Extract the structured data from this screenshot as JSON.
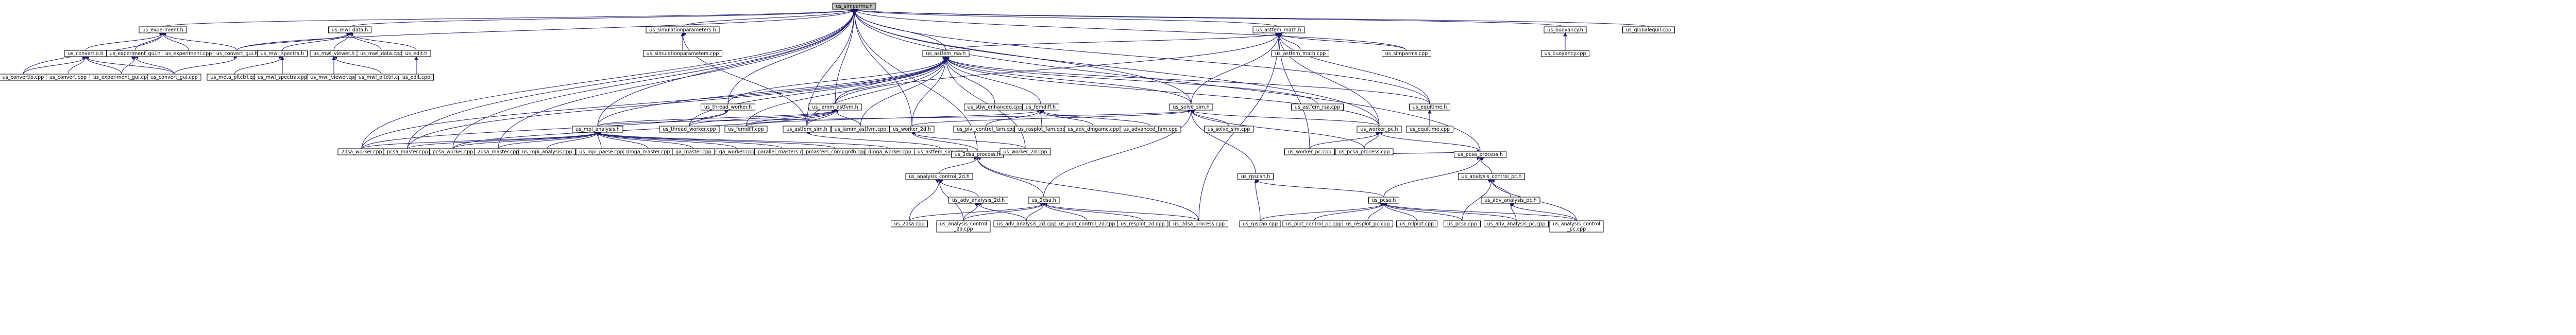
{
  "nodes": [
    {
      "id": "us_simparms_h",
      "label": "us_simparms.h",
      "root": true
    },
    {
      "id": "us_experiment_h",
      "label": "us_experiment.h"
    },
    {
      "id": "us_mwl_data_h",
      "label": "us_mwl_data.h"
    },
    {
      "id": "us_simulationparameters_h",
      "label": "us_simulationparameters.h"
    },
    {
      "id": "us_astfem_math_h",
      "label": "us_astfem_math.h"
    },
    {
      "id": "us_buoyancy_h",
      "label": "us_buoyancy.h"
    },
    {
      "id": "us_globalequil_cpp",
      "label": "us_globalequil.cpp"
    },
    {
      "id": "us_convertio_h",
      "label": "us_convertio.h"
    },
    {
      "id": "us_experiment_gui_h",
      "label": "us_experiment_gui.h"
    },
    {
      "id": "us_experiment_cpp",
      "label": "us_experiment.cpp"
    },
    {
      "id": "us_convert_gui_h",
      "label": "us_convert_gui.h"
    },
    {
      "id": "us_mwl_spectra_h",
      "label": "us_mwl_spectra.h"
    },
    {
      "id": "us_mwl_viewer_h",
      "label": "us_mwl_viewer.h"
    },
    {
      "id": "us_mwl_data_cpp",
      "label": "us_mwl_data.cpp"
    },
    {
      "id": "us_edit_h",
      "label": "us_edit.h"
    },
    {
      "id": "us_simulationparameters_cpp",
      "label": "us_simulationparameters.cpp"
    },
    {
      "id": "us_astfem_math_cpp",
      "label": "us_astfem_math.cpp"
    },
    {
      "id": "us_astfem_rsa_h",
      "label": "us_astfem_rsa.h"
    },
    {
      "id": "us_simparms_cpp",
      "label": "us_simparms.cpp"
    },
    {
      "id": "us_buoyancy_cpp",
      "label": "us_buoyancy.cpp"
    },
    {
      "id": "us_convertio_cpp",
      "label": "us_convertio.cpp"
    },
    {
      "id": "us_convert_cpp",
      "label": "us_convert.cpp"
    },
    {
      "id": "us_experiment_gui_cpp",
      "label": "us_experiment_gui.cpp"
    },
    {
      "id": "us_convert_gui_cpp",
      "label": "us_convert_gui.cpp"
    },
    {
      "id": "us_meta_pltctrl_cpp",
      "label": "us_meta_pltctrl.cpp"
    },
    {
      "id": "us_mwl_spectra_cpp",
      "label": "us_mwl_spectra.cpp"
    },
    {
      "id": "us_mwl_viewer_cpp",
      "label": "us_mwl_viewer.cpp"
    },
    {
      "id": "us_mwl_pltctrl_cpp",
      "label": "us_mwl_pltctrl.cpp"
    },
    {
      "id": "us_edit_cpp",
      "label": "us_edit.cpp"
    },
    {
      "id": "us_thread_worker_h",
      "label": "us_thread_worker.h"
    },
    {
      "id": "us_lamm_astfvm_h",
      "label": "us_lamm_astfvm.h"
    },
    {
      "id": "us_stiw_enhanced_cpp",
      "label": "us_stiw_enhanced.cpp"
    },
    {
      "id": "us_femdiff_h",
      "label": "us_femdiff.h"
    },
    {
      "id": "us_astfem_rsa_cpp",
      "label": "us_astfem_rsa.cpp"
    },
    {
      "id": "us_solve_sim_h",
      "label": "us_solve_sim.h"
    },
    {
      "id": "us_equitime_h",
      "label": "us_equitime.h"
    },
    {
      "id": "us_mpi_analysis_h",
      "label": "us_mpi_analysis.h"
    },
    {
      "id": "us_thread_worker_cpp",
      "label": "us_thread_worker.cpp"
    },
    {
      "id": "us_femdiff_cpp",
      "label": "us_femdiff.cpp"
    },
    {
      "id": "us_astfem_sim_h",
      "label": "us_astfem_sim.h"
    },
    {
      "id": "us_lamm_astfvm_cpp",
      "label": "us_lamm_astfvm.cpp"
    },
    {
      "id": "us_worker_2d_h",
      "label": "us_worker_2d.h"
    },
    {
      "id": "us_pivl_control_fam_cpp",
      "label": "us_pivl_control_fam.cpp"
    },
    {
      "id": "us_rasplot_fam_cpp",
      "label": "us_rasplot_fam.cpp"
    },
    {
      "id": "us_adv_dmgamc_cpp",
      "label": "us_adv_dmgamc.cpp"
    },
    {
      "id": "us_advanced_fam_cpp",
      "label": "us_advanced_fam.cpp"
    },
    {
      "id": "us_solve_sim_cpp",
      "label": "us_solve_sim.cpp"
    },
    {
      "id": "us_worker_pc_h",
      "label": "us_worker_pc.h"
    },
    {
      "id": "us_equitime_cpp",
      "label": "us_equitime.cpp"
    },
    {
      "id": "w2dsa_worker_cpp",
      "label": "2dsa_worker.cpp"
    },
    {
      "id": "pcsa_master_cpp",
      "label": "pcsa_master.cpp"
    },
    {
      "id": "pcsa_worker_cpp",
      "label": "pcsa_worker.cpp"
    },
    {
      "id": "w2dsa_master_cpp",
      "label": "2dsa_master.cpp"
    },
    {
      "id": "us_mpi_analysis_cpp",
      "label": "us_mpi_analysis.cpp"
    },
    {
      "id": "us_mpi_parse_cpp",
      "label": "us_mpi_parse.cpp"
    },
    {
      "id": "dmga_master_cpp",
      "label": "dmga_master.cpp"
    },
    {
      "id": "ga_master_cpp",
      "label": "ga_master.cpp"
    },
    {
      "id": "ga_worker_cpp",
      "label": "ga_worker.cpp"
    },
    {
      "id": "parallel_masters_cpp",
      "label": "parallel_masters.cpp"
    },
    {
      "id": "pmasters_compgrdb_cpp",
      "label": "pmasters_compgrdb.cpp"
    },
    {
      "id": "dmga_worker_cpp",
      "label": "dmga_worker.cpp"
    },
    {
      "id": "us_astfem_sim_cpp",
      "label": "us_astfem_sim.cpp"
    },
    {
      "id": "us_2dsa_process_h",
      "label": "us_2dsa_process.h"
    },
    {
      "id": "us_worker_2d_cpp",
      "label": "us_worker_2d.cpp"
    },
    {
      "id": "us_worker_pc_cpp",
      "label": "us_worker_pc.cpp"
    },
    {
      "id": "us_pcsa_process_cpp",
      "label": "us_pcsa_process.cpp"
    },
    {
      "id": "us_pcsa_process_h",
      "label": "us_pcsa_process.h"
    },
    {
      "id": "us_analysis_control_2d_h",
      "label": "us_analysis_control_2d.h"
    },
    {
      "id": "us_rpscan_h",
      "label": "us_rpscan.h"
    },
    {
      "id": "us_analysis_control_pc_h",
      "label": "us_analysis_control_pc.h"
    },
    {
      "id": "us_adv_analysis_2d_h",
      "label": "us_adv_analysis_2d.h"
    },
    {
      "id": "us_2dsa_h",
      "label": "us_2dsa.h"
    },
    {
      "id": "us_pcsa_h",
      "label": "us_pcsa.h"
    },
    {
      "id": "us_adv_analysis_pc_h",
      "label": "us_adv_analysis_pc.h"
    },
    {
      "id": "us_2dsa_cpp",
      "label": "us_2dsa.cpp"
    },
    {
      "id": "us_analysis_control_2d_cpp",
      "label": "us_analysis_control\n_2d.cpp"
    },
    {
      "id": "us_adv_analysis_2d_cpp",
      "label": "us_adv_analysis_2d.cpp"
    },
    {
      "id": "us_plot_control_2d_cpp",
      "label": "us_plot_control_2d.cpp"
    },
    {
      "id": "us_resplot_2d_cpp",
      "label": "us_resplot_2d.cpp"
    },
    {
      "id": "us_2dsa_process_cpp",
      "label": "us_2dsa_process.cpp"
    },
    {
      "id": "us_rpscan_cpp",
      "label": "us_rpscan.cpp"
    },
    {
      "id": "us_plot_control_pc_cpp",
      "label": "us_plot_control_pc.cpp"
    },
    {
      "id": "us_resplot_pc_cpp",
      "label": "us_resplot_pc.cpp"
    },
    {
      "id": "us_mlplot_cpp",
      "label": "us_mlplot.cpp"
    },
    {
      "id": "us_pcsa_cpp",
      "label": "us_pcsa.cpp"
    },
    {
      "id": "us_adv_analysis_pc_cpp",
      "label": "us_adv_analysis_pc.cpp"
    },
    {
      "id": "us_analysis_control_pc_cpp",
      "label": "us_analysis_control\n_pc.cpp"
    }
  ],
  "edges": [
    [
      "us_simparms_h",
      "us_experiment_h"
    ],
    [
      "us_simparms_h",
      "us_mwl_data_h"
    ],
    [
      "us_simparms_h",
      "us_simulationparameters_h"
    ],
    [
      "us_simparms_h",
      "us_astfem_math_h"
    ],
    [
      "us_simparms_h",
      "us_buoyancy_h"
    ],
    [
      "us_simparms_h",
      "us_globalequil_cpp"
    ],
    [
      "us_simparms_h",
      "us_simparms_cpp"
    ],
    [
      "us_simparms_h",
      "us_astfem_rsa_h"
    ],
    [
      "us_simparms_h",
      "us_lamm_astfvm_h"
    ],
    [
      "us_simparms_h",
      "us_mpi_analysis_h"
    ],
    [
      "us_simparms_h",
      "us_thread_worker_h"
    ],
    [
      "us_simparms_h",
      "us_worker_2d_h"
    ],
    [
      "us_simparms_h",
      "us_astfem_sim_h"
    ],
    [
      "us_simparms_h",
      "us_solve_sim_h"
    ],
    [
      "us_simparms_h",
      "us_convert_gui_h"
    ],
    [
      "us_simparms_h",
      "w2dsa_worker_cpp"
    ],
    [
      "us_simparms_h",
      "pcsa_master_cpp"
    ],
    [
      "us_simparms_h",
      "pcsa_worker_cpp"
    ],
    [
      "us_simparms_h",
      "w2dsa_master_cpp"
    ],
    [
      "us_simparms_h",
      "us_2dsa_process_h"
    ],
    [
      "us_simparms_h",
      "us_pcsa_process_h"
    ],
    [
      "us_simparms_h",
      "us_worker_pc_h"
    ],
    [
      "us_simparms_h",
      "us_equitime_h"
    ],
    [
      "us_experiment_h",
      "us_convertio_h"
    ],
    [
      "us_experiment_h",
      "us_experiment_gui_h"
    ],
    [
      "us_experiment_h",
      "us_experiment_cpp"
    ],
    [
      "us_experiment_h",
      "us_convert_gui_h"
    ],
    [
      "us_experiment_h",
      "us_convertio_cpp"
    ],
    [
      "us_mwl_data_h",
      "us_mwl_spectra_h"
    ],
    [
      "us_mwl_data_h",
      "us_mwl_viewer_h"
    ],
    [
      "us_mwl_data_h",
      "us_mwl_data_cpp"
    ],
    [
      "us_mwl_data_h",
      "us_edit_h"
    ],
    [
      "us_mwl_data_h",
      "us_convert_gui_h"
    ],
    [
      "us_simulationparameters_h",
      "us_simulationparameters_cpp"
    ],
    [
      "us_simulationparameters_h",
      "us_astfem_sim_h"
    ],
    [
      "us_astfem_math_h",
      "us_astfem_math_cpp"
    ],
    [
      "us_astfem_math_h",
      "us_astfem_rsa_h"
    ],
    [
      "us_astfem_math_h",
      "us_simparms_cpp"
    ],
    [
      "us_astfem_math_h",
      "us_solve_sim_h"
    ],
    [
      "us_astfem_math_h",
      "us_lamm_astfvm_h"
    ],
    [
      "us_astfem_math_h",
      "us_equitime_h"
    ],
    [
      "us_astfem_math_h",
      "us_worker_pc_h"
    ],
    [
      "us_astfem_math_h",
      "us_worker_pc_cpp"
    ],
    [
      "us_astfem_math_h",
      "us_2dsa_process_cpp"
    ],
    [
      "us_buoyancy_h",
      "us_buoyancy_cpp"
    ],
    [
      "us_convertio_h",
      "us_convertio_cpp"
    ],
    [
      "us_convertio_h",
      "us_convert_cpp"
    ],
    [
      "us_convertio_h",
      "us_experiment_gui_cpp"
    ],
    [
      "us_convertio_h",
      "us_convert_gui_cpp"
    ],
    [
      "us_experiment_gui_h",
      "us_experiment_gui_cpp"
    ],
    [
      "us_experiment_gui_h",
      "us_convert_gui_cpp"
    ],
    [
      "us_convert_gui_h",
      "us_convert_gui_cpp"
    ],
    [
      "us_mwl_spectra_h",
      "us_meta_pltctrl_cpp"
    ],
    [
      "us_mwl_spectra_h",
      "us_mwl_spectra_cpp"
    ],
    [
      "us_mwl_viewer_h",
      "us_mwl_viewer_cpp"
    ],
    [
      "us_mwl_viewer_h",
      "us_mwl_pltctrl_cpp"
    ],
    [
      "us_edit_h",
      "us_edit_cpp"
    ],
    [
      "us_astfem_rsa_h",
      "us_thread_worker_h"
    ],
    [
      "us_astfem_rsa_h",
      "us_lamm_astfvm_h"
    ],
    [
      "us_astfem_rsa_h",
      "us_stiw_enhanced_cpp"
    ],
    [
      "us_astfem_rsa_h",
      "us_femdiff_h"
    ],
    [
      "us_astfem_rsa_h",
      "us_astfem_rsa_cpp"
    ],
    [
      "us_astfem_rsa_h",
      "us_solve_sim_h"
    ],
    [
      "us_astfem_rsa_h",
      "us_equitime_h"
    ],
    [
      "us_astfem_rsa_h",
      "us_mpi_analysis_h"
    ],
    [
      "us_astfem_rsa_h",
      "us_worker_2d_h"
    ],
    [
      "us_astfem_rsa_h",
      "us_astfem_sim_h"
    ],
    [
      "us_astfem_rsa_h",
      "us_thread_worker_cpp"
    ],
    [
      "us_astfem_rsa_h",
      "us_femdiff_cpp"
    ],
    [
      "us_astfem_rsa_h",
      "us_lamm_astfvm_cpp"
    ],
    [
      "us_astfem_rsa_h",
      "us_worker_pc_h"
    ],
    [
      "us_astfem_rsa_h",
      "w2dsa_worker_cpp"
    ],
    [
      "us_astfem_rsa_h",
      "pcsa_master_cpp"
    ],
    [
      "us_astfem_rsa_h",
      "us_worker_2d_cpp"
    ],
    [
      "us_thread_worker_h",
      "us_thread_worker_cpp"
    ],
    [
      "us_thread_worker_h",
      "w2dsa_worker_cpp"
    ],
    [
      "us_lamm_astfvm_h",
      "us_thread_worker_cpp"
    ],
    [
      "us_lamm_astfvm_h",
      "us_femdiff_cpp"
    ],
    [
      "us_lamm_astfvm_h",
      "us_astfem_sim_h"
    ],
    [
      "us_lamm_astfvm_h",
      "us_lamm_astfvm_cpp"
    ],
    [
      "us_lamm_astfvm_h",
      "us_mpi_analysis_h"
    ],
    [
      "us_lamm_astfvm_h",
      "pcsa_worker_cpp"
    ],
    [
      "us_femdiff_h",
      "us_femdiff_cpp"
    ],
    [
      "us_femdiff_h",
      "us_pivl_control_fam_cpp"
    ],
    [
      "us_femdiff_h",
      "us_rasplot_fam_cpp"
    ],
    [
      "us_femdiff_h",
      "us_adv_dmgamc_cpp"
    ],
    [
      "us_femdiff_h",
      "us_advanced_fam_cpp"
    ],
    [
      "us_solve_sim_h",
      "us_solve_sim_cpp"
    ],
    [
      "us_solve_sim_h",
      "us_worker_pc_h"
    ],
    [
      "us_solve_sim_h",
      "us_mpi_analysis_h"
    ],
    [
      "us_solve_sim_h",
      "us_worker_2d_h"
    ],
    [
      "us_solve_sim_h",
      "us_2dsa_h"
    ],
    [
      "us_solve_sim_h",
      "us_rpscan_h"
    ],
    [
      "us_solve_sim_h",
      "us_pcsa_process_cpp"
    ],
    [
      "us_equitime_h",
      "us_equitime_cpp"
    ],
    [
      "us_mpi_analysis_h",
      "w2dsa_worker_cpp"
    ],
    [
      "us_mpi_analysis_h",
      "pcsa_master_cpp"
    ],
    [
      "us_mpi_analysis_h",
      "pcsa_worker_cpp"
    ],
    [
      "us_mpi_analysis_h",
      "w2dsa_master_cpp"
    ],
    [
      "us_mpi_analysis_h",
      "us_mpi_analysis_cpp"
    ],
    [
      "us_mpi_analysis_h",
      "us_mpi_parse_cpp"
    ],
    [
      "us_mpi_analysis_h",
      "dmga_master_cpp"
    ],
    [
      "us_mpi_analysis_h",
      "ga_master_cpp"
    ],
    [
      "us_mpi_analysis_h",
      "ga_worker_cpp"
    ],
    [
      "us_mpi_analysis_h",
      "parallel_masters_cpp"
    ],
    [
      "us_mpi_analysis_h",
      "pmasters_compgrdb_cpp"
    ],
    [
      "us_mpi_analysis_h",
      "dmga_worker_cpp"
    ],
    [
      "us_astfem_sim_h",
      "us_astfem_sim_cpp"
    ],
    [
      "us_worker_2d_h",
      "us_worker_2d_cpp"
    ],
    [
      "us_worker_2d_h",
      "us_2dsa_process_h"
    ],
    [
      "us_worker_pc_h",
      "us_worker_pc_cpp"
    ],
    [
      "us_worker_pc_h",
      "us_pcsa_process_h"
    ],
    [
      "us_worker_pc_h",
      "us_pcsa_process_cpp"
    ],
    [
      "us_2dsa_process_h",
      "us_analysis_control_2d_h"
    ],
    [
      "us_2dsa_process_h",
      "us_2dsa_h"
    ],
    [
      "us_2dsa_process_h",
      "us_2dsa_process_cpp"
    ],
    [
      "us_pcsa_process_h",
      "us_pcsa_process_cpp"
    ],
    [
      "us_pcsa_process_h",
      "us_analysis_control_pc_h"
    ],
    [
      "us_pcsa_process_h",
      "us_pcsa_h"
    ],
    [
      "us_analysis_control_2d_h",
      "us_adv_analysis_2d_h"
    ],
    [
      "us_analysis_control_2d_h",
      "us_2dsa_cpp"
    ],
    [
      "us_analysis_control_2d_h",
      "us_analysis_control_2d_cpp"
    ],
    [
      "us_adv_analysis_2d_h",
      "us_analysis_control_2d_cpp"
    ],
    [
      "us_adv_analysis_2d_h",
      "us_adv_analysis_2d_cpp"
    ],
    [
      "us_2dsa_h",
      "us_2dsa_cpp"
    ],
    [
      "us_2dsa_h",
      "us_analysis_control_2d_cpp"
    ],
    [
      "us_2dsa_h",
      "us_adv_analysis_2d_cpp"
    ],
    [
      "us_2dsa_h",
      "us_plot_control_2d_cpp"
    ],
    [
      "us_2dsa_h",
      "us_resplot_2d_cpp"
    ],
    [
      "us_2dsa_h",
      "us_2dsa_process_cpp"
    ],
    [
      "us_rpscan_h",
      "us_rpscan_cpp"
    ],
    [
      "us_rpscan_h",
      "us_pcsa_h"
    ],
    [
      "us_analysis_control_pc_h",
      "us_adv_analysis_pc_h"
    ],
    [
      "us_analysis_control_pc_h",
      "us_pcsa_cpp"
    ],
    [
      "us_analysis_control_pc_h",
      "us_analysis_control_pc_cpp"
    ],
    [
      "us_pcsa_h",
      "us_rpscan_cpp"
    ],
    [
      "us_pcsa_h",
      "us_plot_control_pc_cpp"
    ],
    [
      "us_pcsa_h",
      "us_resplot_pc_cpp"
    ],
    [
      "us_pcsa_h",
      "us_mlplot_cpp"
    ],
    [
      "us_pcsa_h",
      "us_pcsa_cpp"
    ],
    [
      "us_pcsa_h",
      "us_adv_analysis_pc_cpp"
    ],
    [
      "us_pcsa_h",
      "us_analysis_control_pc_cpp"
    ],
    [
      "us_adv_analysis_pc_h",
      "us_adv_analysis_pc_cpp"
    ],
    [
      "us_adv_analysis_pc_h",
      "us_analysis_control_pc_cpp"
    ]
  ]
}
